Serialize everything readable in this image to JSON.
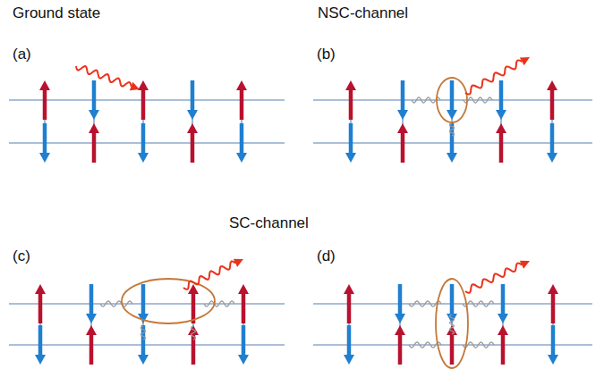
{
  "diagram": {
    "labels": [
      "Ground state",
      "NSC-channel",
      "(a)",
      "(b)",
      "SC-channel",
      "(c)",
      "(d)"
    ]
  }
}
